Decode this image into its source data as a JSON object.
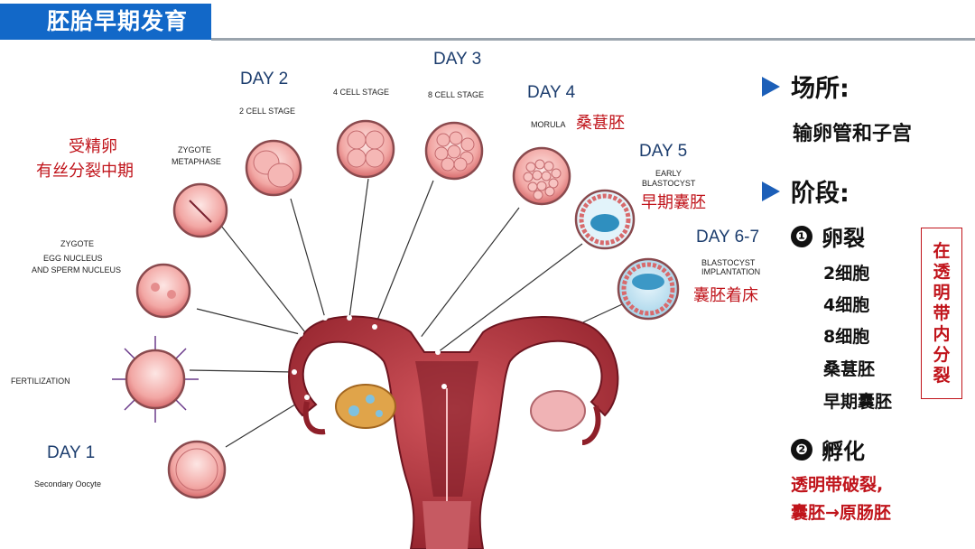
{
  "header": {
    "title": "胚胎早期发育"
  },
  "diagram": {
    "day_labels": [
      "DAY 1",
      "DAY 2",
      "DAY 3",
      "DAY 4",
      "DAY 5",
      "DAY 6-7"
    ],
    "stage_labels": {
      "secondary_oocyte": "Secondary Oocyte",
      "fertilization": "FERTILIZATION",
      "zygote_line1": "ZYGOTE",
      "zygote_line2": "EGG NUCLEUS",
      "zygote_line3": "AND SPERM NUCLEUS",
      "metaphase_line1": "ZYGOTE",
      "metaphase_line2": "METAPHASE",
      "two_cell": "2 CELL STAGE",
      "four_cell": "4 CELL STAGE",
      "eight_cell": "8 CELL STAGE",
      "morula": "MORULA",
      "early_line1": "EARLY",
      "early_line2": "BLASTOCYST",
      "implant_line1": "BLASTOCYST",
      "implant_line2": "IMPLANTATION"
    },
    "annotations": {
      "fert_line1": "受精卵",
      "fert_line2": "有丝分裂中期",
      "morula": "桑葚胚",
      "early_blastocyst": "早期囊胚",
      "implantation": "囊胚着床"
    }
  },
  "panel": {
    "place_heading": "场所:",
    "place_value": "输卵管和子宫",
    "stage_heading": "阶段:",
    "cleavage": {
      "num": "❶",
      "label": "卵裂",
      "items": [
        "2细胞",
        "4细胞",
        "8细胞",
        "桑葚胚",
        "早期囊胚"
      ]
    },
    "zona_box": [
      "在",
      "透",
      "明",
      "带",
      "内",
      "分",
      "裂"
    ],
    "hatching": {
      "num": "❷",
      "label": "孵化",
      "line1": "透明带破裂,",
      "line2": "囊胚→原肠胚"
    }
  },
  "colors": {
    "title_bg": "#1268c8",
    "accent_red": "#c0141b",
    "uterus": "#b3343d",
    "day_text": "#1c3d6e"
  }
}
